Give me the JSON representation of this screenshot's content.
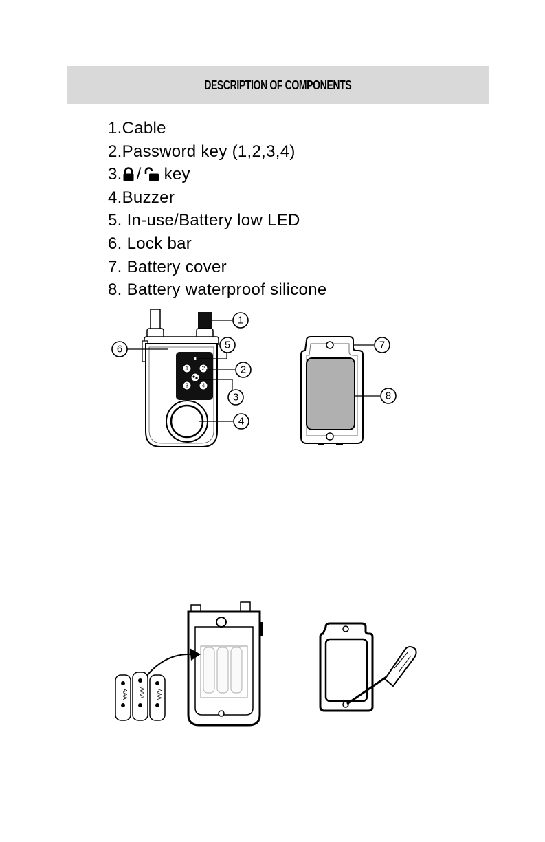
{
  "section": {
    "title": "DESCRIPTION OF COMPONENTS"
  },
  "components": [
    {
      "number": "1.",
      "label": "Cable"
    },
    {
      "number": "2.",
      "label": "Password key (1,2,3,4)"
    },
    {
      "number": "3.",
      "label": "key",
      "icons": [
        "lock-closed-icon",
        "lock-open-icon"
      ]
    },
    {
      "number": "4.",
      "label": "Buzzer"
    },
    {
      "number": "5.",
      "label": " In-use/Battery low LED"
    },
    {
      "number": "6.",
      "label": " Lock bar"
    },
    {
      "number": "7.",
      "label": " Battery cover"
    },
    {
      "number": "8.",
      "label": " Battery waterproof silicone"
    }
  ],
  "diagram": {
    "callouts": [
      "1",
      "2",
      "3",
      "4",
      "5",
      "6",
      "7",
      "8"
    ],
    "keypad_keys": [
      "1",
      "2",
      "3",
      "4"
    ],
    "battery_label": "AAA"
  }
}
